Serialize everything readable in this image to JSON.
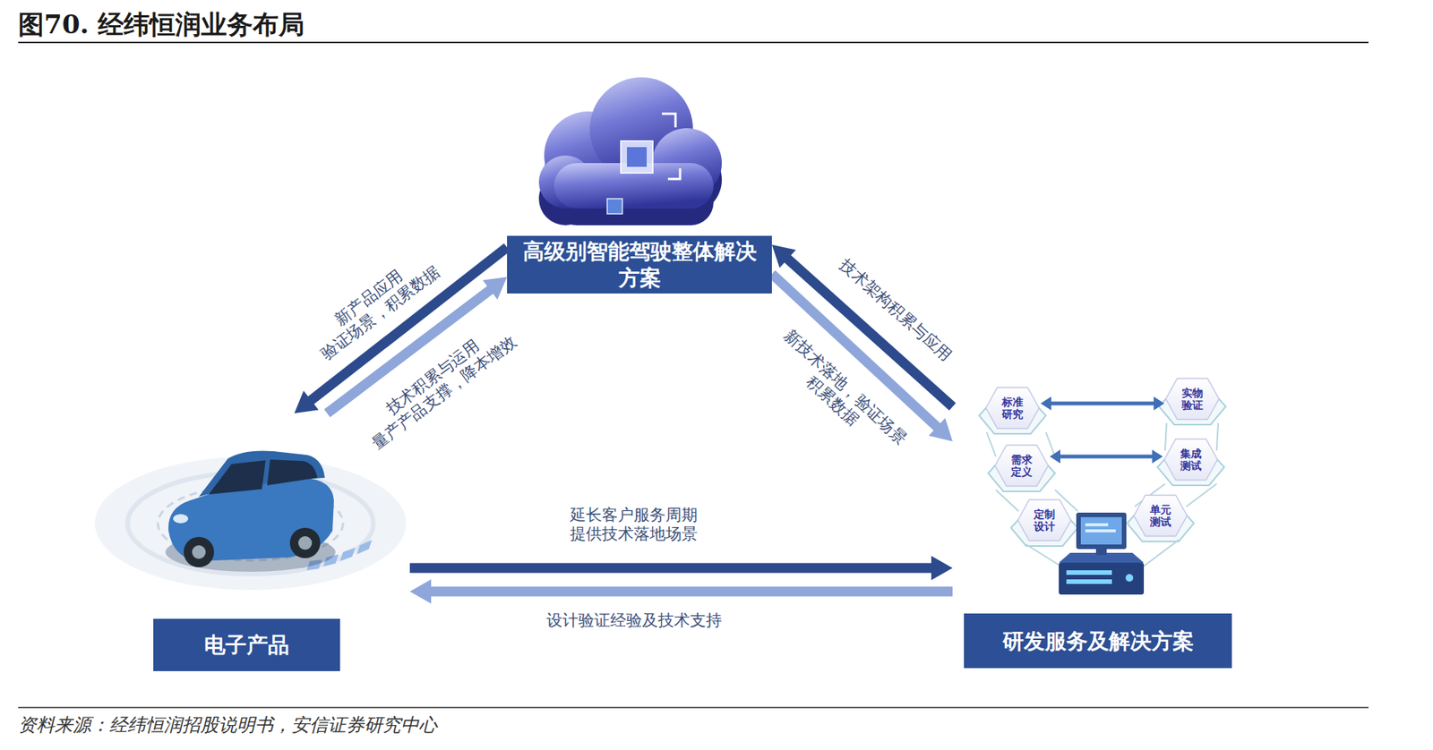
{
  "diagram": {
    "title": "图70. 经纬恒润业务布局",
    "caption": "资料来源：经纬恒润招股说明书，安信证券研究中心",
    "nodes": [
      {
        "text": [
          "高级别智能驾驶整体解决方案"
        ]
      },
      {
        "text": [
          "标准研究"
        ]
      },
      {
        "text": [
          "实物验证"
        ]
      },
      {
        "text": [
          "需求定义"
        ]
      },
      {
        "text": [
          "集成测试"
        ]
      },
      {
        "text": [
          "定制设计"
        ]
      },
      {
        "text": [
          "单元测试"
        ]
      },
      {
        "text": [
          "电子产品"
        ]
      },
      {
        "text": [
          "研发服务及解决方案"
        ]
      }
    ],
    "edges": [
      {
        "from": 0,
        "to": 7,
        "arrow": "to",
        "label": "新产品应用 验证场景，积累数据"
      },
      {
        "from": 7,
        "to": 0,
        "arrow": "to",
        "label": "技术积累与运用 量产产品支撑，降本增效"
      },
      {
        "from": 8,
        "to": 0,
        "arrow": "to",
        "label": "技术架构积累与应用"
      },
      {
        "from": 0,
        "to": 8,
        "arrow": "to",
        "label": "新技术落地，验证场景 积累数据"
      },
      {
        "from": 7,
        "to": 8,
        "arrow": "to",
        "label": "延长客户服务周期 提供技术落地场景"
      },
      {
        "from": 8,
        "to": 7,
        "arrow": "to",
        "label": "设计验证经验及技术支持"
      },
      {
        "from": 1,
        "to": 2,
        "arrow": "both"
      },
      {
        "from": 3,
        "to": 4,
        "arrow": "both"
      }
    ]
  }
}
